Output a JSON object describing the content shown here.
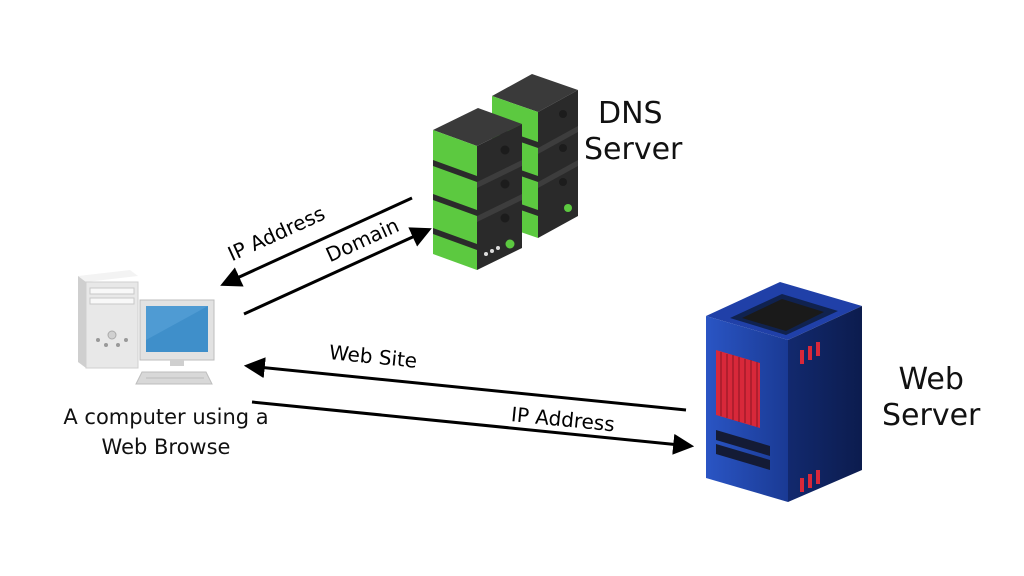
{
  "nodes": {
    "dns_server": {
      "line1": "DNS",
      "line2": "Server"
    },
    "web_server": {
      "line1": "Web",
      "line2": "Server"
    },
    "client": {
      "line1": "A computer using a",
      "line2": "Web Browse"
    }
  },
  "edges": {
    "dns_to_client": "IP Address",
    "client_to_dns": "Domain",
    "web_to_client": "Web Site",
    "client_to_web": "IP Address"
  },
  "colors": {
    "dns_green": "#5cc940",
    "dns_dark": "#2a2a2a",
    "web_blue": "#1d3f9a",
    "web_red": "#d8283a",
    "computer_gray": "#e6e6e6",
    "screen_blue": "#3f8fca"
  }
}
